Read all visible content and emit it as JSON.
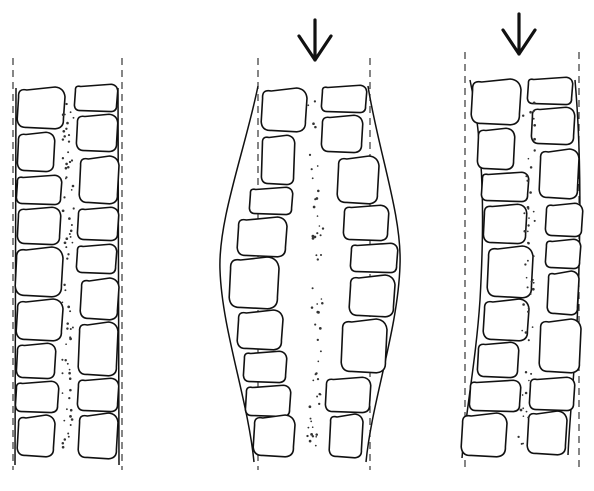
{
  "figure": {
    "panels": [
      {
        "id": "wall-stable",
        "state": "stable, straight wall",
        "load_arrow": false
      },
      {
        "id": "wall-bulging",
        "state": "both faces bulging outward under load",
        "load_arrow": true
      },
      {
        "id": "wall-leaning",
        "state": "wall bowing to one side under load",
        "load_arrow": true
      }
    ],
    "icons": {
      "load_arrow": "down-arrow-icon"
    },
    "colors": {
      "ink": "#111111",
      "paper": "#ffffff"
    }
  }
}
